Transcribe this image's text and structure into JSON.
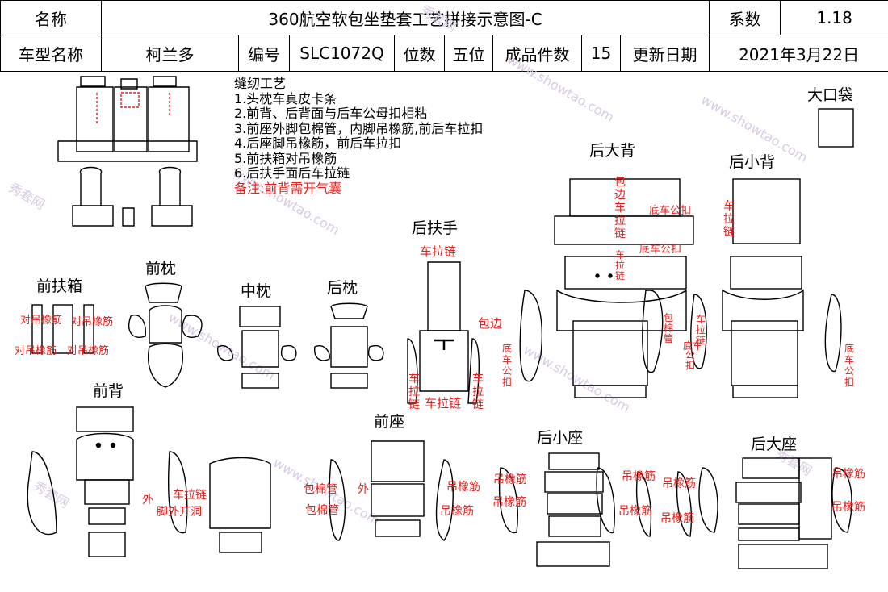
{
  "header": {
    "name_label": "名称",
    "title": "360航空软包坐垫套工艺拼接示意图-C",
    "coef_label": "系数",
    "coef_value": "1.18",
    "model_label": "车型名称",
    "model_value": "柯兰多",
    "code_label": "编号",
    "code_value": "SLC1072Q",
    "seats_label": "位数",
    "seats_value": "五位",
    "pieces_label": "成品件数",
    "pieces_value": "15",
    "date_label": "更新日期",
    "date_value": "2021年3月22日"
  },
  "notes": {
    "title": "缝纫工艺",
    "items": [
      "1.头枕车真皮卡条",
      "2.前背、后背面与后车公母扣相粘",
      "3.前座外脚包棉管，内脚吊橡筋,前后车拉扣",
      "4.后座脚吊橡筋，前后车拉扣",
      "5.前扶箱对吊橡筋",
      "6.后扶手面后车拉链"
    ],
    "remark": "备注:前背需开气囊"
  },
  "sections": {
    "big_pocket": "大口袋",
    "rear_big_back": "后大背",
    "rear_small_back": "后小背",
    "rear_armrest": "后扶手",
    "front_armbox": "前扶箱",
    "front_pillow": "前枕",
    "middle_pillow": "中枕",
    "rear_pillow": "后枕",
    "front_back": "前背",
    "front_seat": "前座",
    "rear_small_seat": "后小座",
    "rear_big_seat": "后大座"
  },
  "annotations": {
    "dui_diao": "对吊橡筋",
    "che_lalian": "车拉链",
    "bao_bian": "包边",
    "di_che_gong_kou": "底车公扣",
    "di_che_gong_kou_v": "底车公扣",
    "di_che_gong_kou_v2": "底车公扣",
    "baobian_che_lalian": "包边车拉链",
    "che_lalian_v": "车拉链",
    "che_lalian_v2": "车拉链",
    "che_lalian_v3": "车拉链",
    "che_lalian_v4": "车拉链",
    "che_lalian_v5": "车拉链",
    "bao_mian_guan": "包棉管",
    "bao_mian_guan2": "包棉管",
    "wai": "外",
    "wai2": "外",
    "jiao_wai_kai_dong": "脚外开洞",
    "diao_xiang_jin": "吊橡筋",
    "di_che": "底车",
    "gong_kou": "公扣",
    "bao_mian_guan_v": "包棉管"
  },
  "watermark": {
    "text_cn": "秀套网",
    "text_en": "www.showtao.com"
  }
}
